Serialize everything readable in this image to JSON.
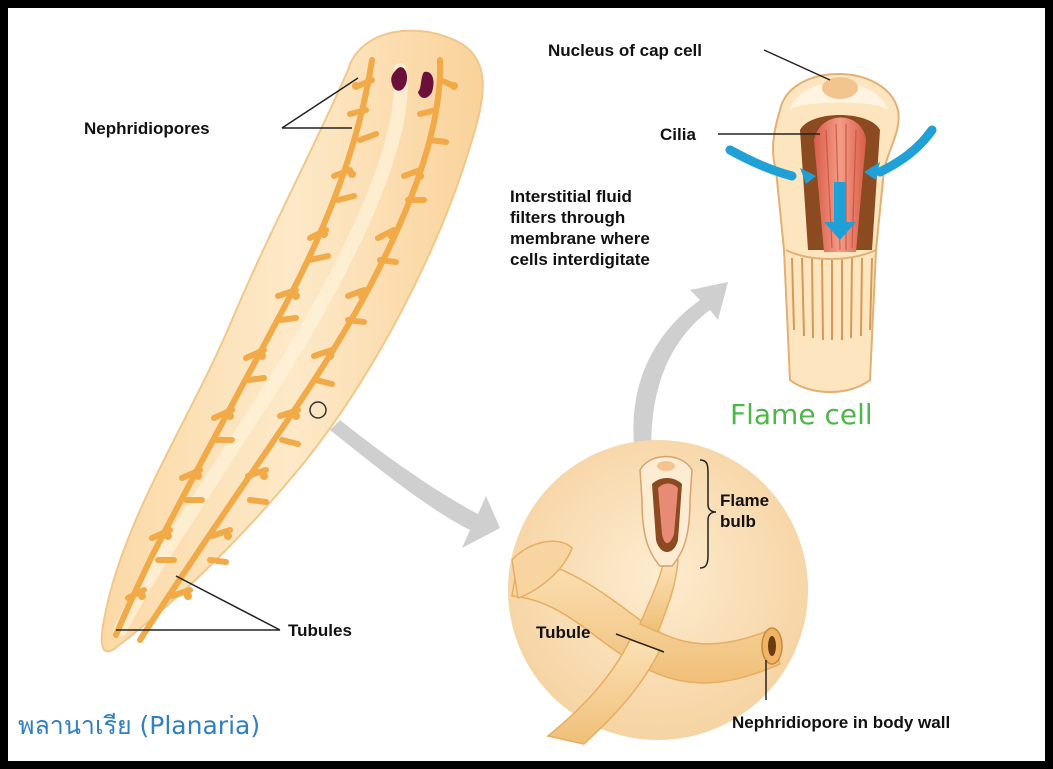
{
  "labels": {
    "nephridiopores": "Nephridiopores",
    "tubules": "Tubules",
    "nucleus_cap_cell": "Nucleus of cap cell",
    "cilia": "Cilia",
    "interstitial_lines": [
      "Interstitial fluid",
      "filters through",
      "membrane where",
      "cells interdigitate"
    ],
    "flame_bulb_lines": [
      "Flame",
      "bulb"
    ],
    "tubule": "Tubule",
    "nephridiopore_body_wall": "Nephridiopore in body wall"
  },
  "captions": {
    "flame_cell": "Flame cell",
    "planaria": "พลานาเรีย (Planaria)"
  },
  "colors": {
    "caption_green": "#4db848",
    "caption_blue": "#2f7fc4",
    "body_fill": "#fde3b4",
    "tubule_orange": "#f2a947",
    "eyespot": "#6b1039",
    "cilia_red": "#e57e6b",
    "arrow_blue": "#1fa0d6",
    "arrow_gray": "#cfcfcf"
  }
}
